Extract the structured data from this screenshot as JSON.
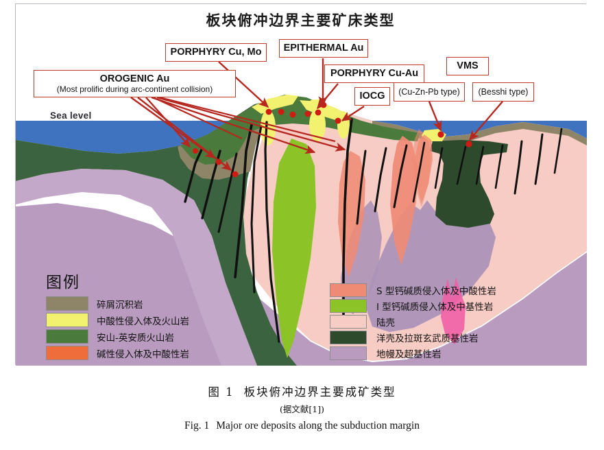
{
  "figure": {
    "title": "板块俯冲边界主要矿床类型",
    "sea_level_label": "Sea level"
  },
  "callouts": [
    {
      "id": "porphyry-cu-mo",
      "label": "PORPHYRY Cu, Mo"
    },
    {
      "id": "orogenic",
      "label": "OROGENIC  Au",
      "sub": "(Most prolific during arc-continent collision)"
    },
    {
      "id": "epithermal",
      "label": "EPITHERMAL Au"
    },
    {
      "id": "porphyry-cu-au",
      "label": "PORPHYRY Cu-Au"
    },
    {
      "id": "iocg",
      "label": "IOCG"
    },
    {
      "id": "vms",
      "label": "VMS"
    },
    {
      "id": "cuznpb",
      "label": "(Cu-Zn-Pb type)"
    },
    {
      "id": "besshi",
      "label": "(Besshi type)"
    }
  ],
  "legend": {
    "title": "图例",
    "left": [
      {
        "label": "碎屑沉积岩",
        "color": "#8e8468"
      },
      {
        "label": "中酸性侵入体及火山岩",
        "color": "#f3f170"
      },
      {
        "label": "安山-英安质火山岩",
        "color": "#4a7a3c"
      },
      {
        "label": "碱性侵入体及中酸性岩",
        "color": "#ef6c3b"
      }
    ],
    "right": [
      {
        "label": "S 型钙碱质侵入体及中酸性岩",
        "color": "#ef8b75"
      },
      {
        "label": "I 型钙碱质侵入体及中基性岩",
        "color": "#8cc327"
      },
      {
        "label": "陆壳",
        "color": "#f7ccc4"
      },
      {
        "label": "洋壳及拉斑玄武质基性岩",
        "color": "#2d4a2c"
      },
      {
        "label": "地幔及超基性岩",
        "color": "#b99bc0"
      }
    ]
  },
  "caption": {
    "cn_number": "图 1",
    "cn_text": "板块俯冲边界主要成矿类型",
    "source": "(据文献[1])",
    "en_number": "Fig. 1",
    "en_text": "Major ore deposits along the subduction margin"
  },
  "colors": {
    "ocean": "#3f73bf",
    "sediment": "#8e8468",
    "volcanic_arc": "#4a7a3c",
    "oceanic_crust": "#2d4a2c",
    "continental_crust": "#f7ccc4",
    "mantle": "#b99bc0",
    "s_type_pluton": "#ef8b75",
    "i_type_pluton": "#8cc327",
    "felsic_intrusive": "#f3f170",
    "alkaline": "#ef6c3b",
    "ore_dot": "#d01b12",
    "arrow": "#b5271f",
    "fault": "#111111",
    "frame": "#b9b6c4"
  }
}
